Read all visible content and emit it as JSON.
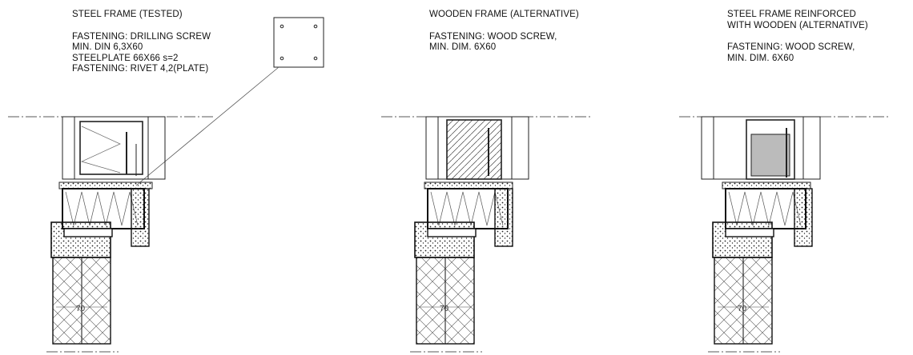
{
  "panels": [
    {
      "title_lines": [
        "STEEL FRAME (TESTED)"
      ],
      "spec_lines": [
        "FASTENING: DRILLING SCREW",
        "MIN. DIN 6,3X60",
        "STEELPLATE 66X66 s=2",
        "FASTENING: RIVET 4,2(PLATE)"
      ],
      "dimension": "70"
    },
    {
      "title_lines": [
        "WOODEN FRAME (ALTERNATIVE)"
      ],
      "spec_lines": [
        "FASTENING: WOOD SCREW,",
        "MIN. DIM. 6X60"
      ],
      "dimension": "70"
    },
    {
      "title_lines": [
        "STEEL FRAME REINFORCED",
        "WITH WOODEN (ALTERNATIVE)"
      ],
      "spec_lines": [
        "FASTENING: WOOD SCREW,",
        "MIN. DIM. 6X60"
      ],
      "dimension": "70"
    }
  ]
}
